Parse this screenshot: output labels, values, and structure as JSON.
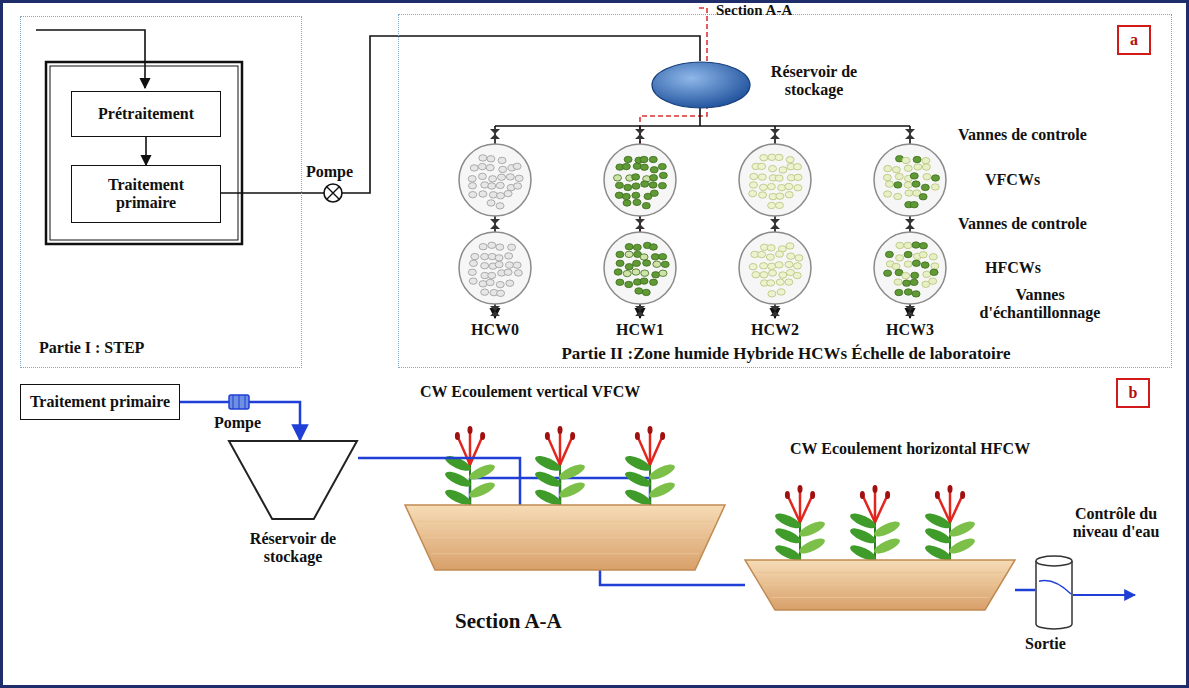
{
  "diagram": {
    "nodes": [
      {
        "text": [
          "Partie I : STEP"
        ]
      },
      {
        "text": [
          "Prétraitement"
        ],
        "in": 0
      },
      {
        "text": [
          "Traitement primaire"
        ],
        "in": 0
      },
      {
        "text": [
          "Partie II :Zone humide Hybride HCWs Échelle de laboratoire"
        ]
      },
      {
        "text": [
          "a"
        ],
        "in": 3
      },
      {
        "text": [
          "Réservoir de stockage"
        ],
        "in": 3
      },
      {
        "text": [
          "b"
        ]
      },
      {
        "text": [
          "Traitement primaire"
        ]
      },
      {
        "text": [
          "Réservoir de stockage"
        ]
      },
      {
        "text": [
          "CW Ecoulement vertical VFCW"
        ]
      },
      {
        "text": [
          "CW Ecoulement horizontal HFCW"
        ]
      },
      {
        "text": [
          "Contrôle du niveau d'eau",
          "Sortie"
        ]
      }
    ],
    "edges": [
      {
        "from": 1,
        "to": 2,
        "arrow": "to"
      },
      {
        "from": 2,
        "to": 5,
        "arrow": "none"
      },
      {
        "from": 7,
        "to": 8,
        "arrow": "to"
      },
      {
        "from": 8,
        "to": 9,
        "arrow": "none"
      },
      {
        "from": 9,
        "to": 10,
        "arrow": "none"
      },
      {
        "from": 10,
        "to": 11,
        "arrow": "none"
      }
    ],
    "labels": [
      "Section A-A",
      "Pompe",
      "Vannes de controle",
      "VFCWs",
      "Vannes de controle",
      "HFCWs",
      "Vannes d'échantillonnage",
      "HCW0",
      "HCW1",
      "HCW2",
      "HCW3",
      "Pompe",
      "Section A-A"
    ]
  }
}
